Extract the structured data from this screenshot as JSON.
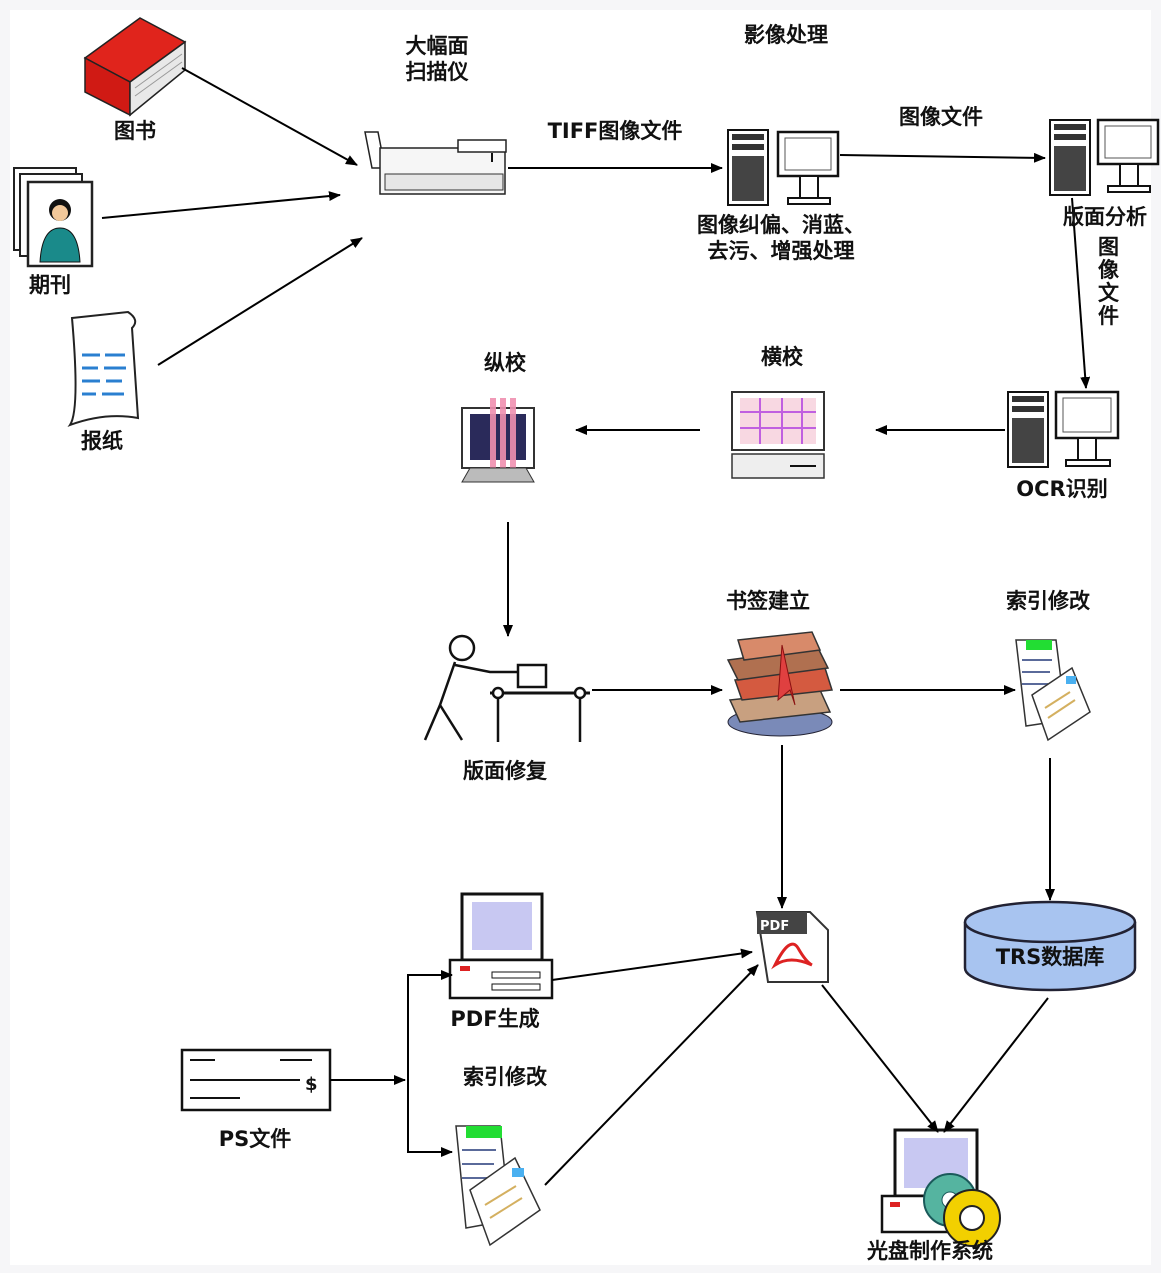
{
  "labels": {
    "book": "图书",
    "journal": "期刊",
    "newspaper": "报纸",
    "scanner": "大幅面\n扫描仪",
    "tiff": "TIFF图像文件",
    "image_processing": "影像处理",
    "image_file_top": "图像文件",
    "processing_steps": "图像纠偏、消蓝、\n去污、增强处理",
    "layout_analysis": "版面分析",
    "image_file_vertical": "图\n像\n文\n件",
    "ocr": "OCR识别",
    "h_proof": "横校",
    "v_proof": "纵校",
    "layout_repair": "版面修复",
    "bookmark": "书签建立",
    "index_edit_top": "索引修改",
    "trs_db": "TRS数据库",
    "pdf_gen": "PDF生成",
    "index_edit_bottom": "索引修改",
    "ps_file": "PS文件",
    "cd_system": "光盘制作系统",
    "pdf_icon_text": "PDF"
  },
  "colors": {
    "book_red": "#e0241c",
    "screen_blue": "#c8c8f2",
    "db_blue": "#a8c4f0",
    "index_green": "#22dd33",
    "pdf_red": "#dd2222",
    "disc_gold": "#f2d000",
    "disc_teal": "#55b4a0",
    "person_teal": "#1a8a8a",
    "proof_pink": "#f090b0",
    "grid_purple": "#c060e0"
  }
}
